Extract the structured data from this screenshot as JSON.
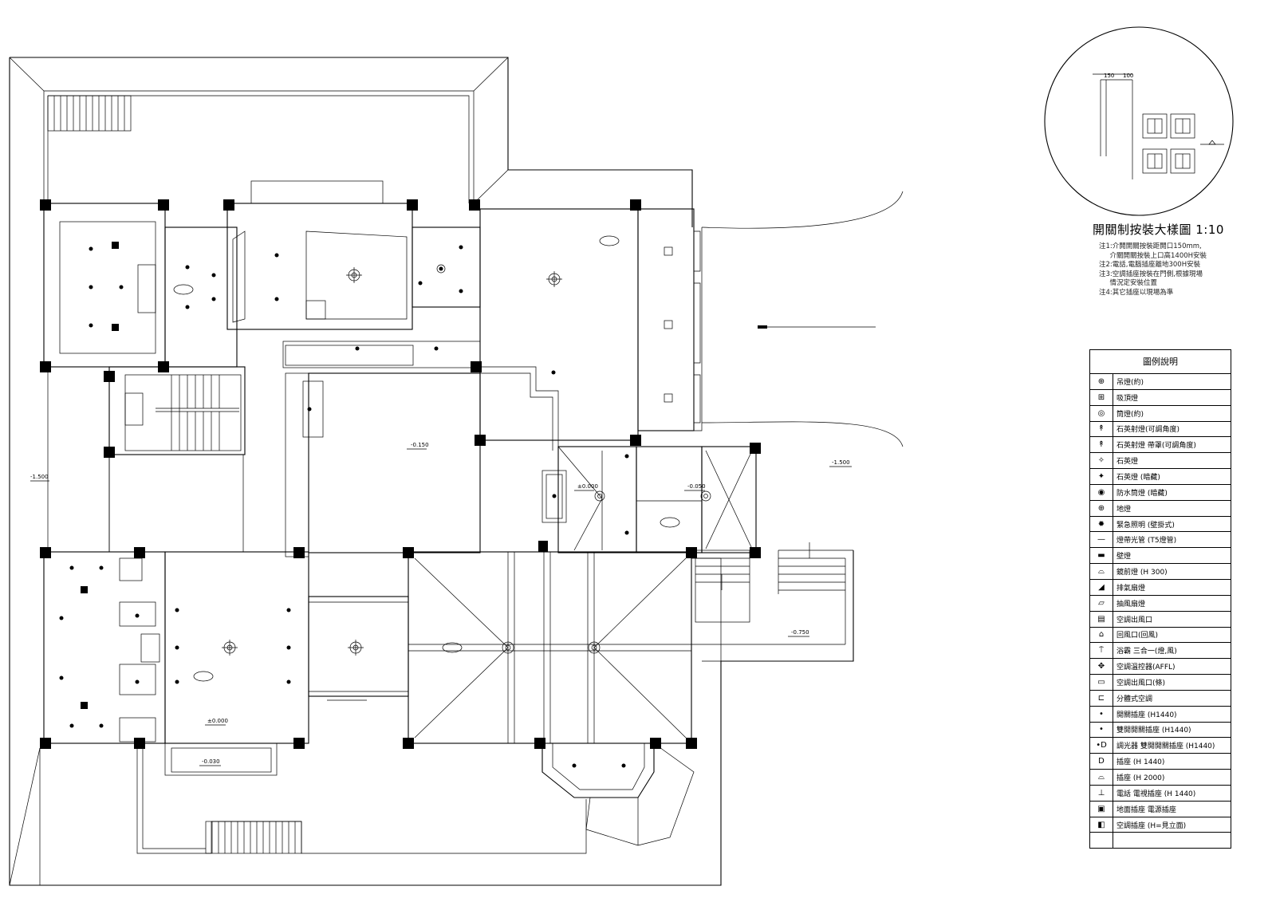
{
  "detail": {
    "title": "開關制按裝大樣圖 1:10",
    "dim_left": "150",
    "dim_right": "100"
  },
  "notes": [
    "注1:介開開關按裝距開口150mm,",
    "     介關開關按裝上口高1400H安裝",
    "注2:電話,電腦插座離地300H安裝",
    "注3:空調插座按裝在門側,根據現場",
    "     情況定安裝位置",
    "注4:其它插座以現場為準"
  ],
  "levels": {
    "a": "-1.500",
    "b": "-0.150",
    "c": "±0.000",
    "d": "-0.050",
    "e": "-1.500",
    "f": "-0.750",
    "g": "±0.000",
    "h": "-0.030"
  },
  "legend": {
    "title": "圖例說明",
    "rows": [
      {
        "icon": "pendant-lamp-icon",
        "glyph": "⊕",
        "label": "吊燈(約)"
      },
      {
        "icon": "ceiling-lamp-icon",
        "glyph": "⊞",
        "label": "吸頂燈"
      },
      {
        "icon": "downlight-icon",
        "glyph": "◎",
        "label": "筒燈(約)"
      },
      {
        "icon": "spotlight-icon",
        "glyph": "↟",
        "label": "石英射燈(可調角度)"
      },
      {
        "icon": "spotlight-dim-icon",
        "glyph": "↟",
        "label": "石英射燈 帶罩(可調角度)"
      },
      {
        "icon": "quartz-lamp-icon",
        "glyph": "✧",
        "label": "石英燈"
      },
      {
        "icon": "quartz-lamp-fixed-icon",
        "glyph": "✦",
        "label": "石英燈 (暗藏)"
      },
      {
        "icon": "waterproof-lamp-icon",
        "glyph": "◉",
        "label": "防水筒燈 (暗藏)"
      },
      {
        "icon": "floor-lamp-icon",
        "glyph": "⊕",
        "label": "地燈"
      },
      {
        "icon": "emergency-lamp-icon",
        "glyph": "✹",
        "label": "緊急照明 (壁掛式)"
      },
      {
        "icon": "light-strip-icon",
        "glyph": "—",
        "label": "燈帶光管 (T5燈管)"
      },
      {
        "icon": "wall-lamp-icon",
        "glyph": "▬",
        "label": "壁燈"
      },
      {
        "icon": "mirror-lamp-icon",
        "glyph": "⌓",
        "label": "鏡前燈 (H 300)"
      },
      {
        "icon": "vent-fan-icon",
        "glyph": "◢",
        "label": "排氣扇燈"
      },
      {
        "icon": "exhaust-icon",
        "glyph": "▱",
        "label": "抽風扇燈"
      },
      {
        "icon": "fan-coil-icon",
        "glyph": "▤",
        "label": "空調出風口"
      },
      {
        "icon": "return-air-icon",
        "glyph": "⌂",
        "label": "回風口(回風)"
      },
      {
        "icon": "heater-icon",
        "glyph": "⍑",
        "label": "浴霸 三合一(燈,風)"
      },
      {
        "icon": "smoke-detector-icon",
        "glyph": "✥",
        "label": "空調溫控器(AFFL)"
      },
      {
        "icon": "ac-vent-icon",
        "glyph": "▭",
        "label": "空調出風口(條)"
      },
      {
        "icon": "ac-unit-icon",
        "glyph": "⊏",
        "label": "分體式空調"
      },
      {
        "icon": "switch-single-icon",
        "glyph": "•",
        "label": "開關插座 (H1440)"
      },
      {
        "icon": "switch-double-icon",
        "glyph": "•",
        "label": "雙開開關插座 (H1440)"
      },
      {
        "icon": "switch-dimmer-icon",
        "glyph": "•D",
        "label": "調光器 雙開開關插座 (H1440)"
      },
      {
        "icon": "socket-d-icon",
        "glyph": "D",
        "label": "插座 (H 1440)"
      },
      {
        "icon": "socket-h-icon",
        "glyph": "⌓",
        "label": "插座 (H 2000)"
      },
      {
        "icon": "tel-socket-icon",
        "glyph": "⊥",
        "label": "電話 電視插座 (H 1440)"
      },
      {
        "icon": "box-socket-icon",
        "glyph": "▣",
        "label": "地面插座 電源插座"
      },
      {
        "icon": "ac-panel-icon",
        "glyph": "◧",
        "label": "空調插座 (H=見立面)"
      },
      {
        "icon": "blank-icon",
        "glyph": "",
        "label": ""
      }
    ]
  }
}
